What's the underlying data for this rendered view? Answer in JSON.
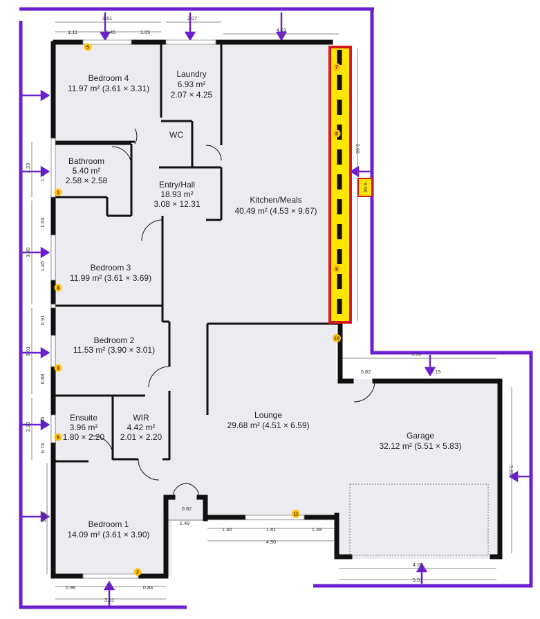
{
  "colors": {
    "floor": "#ececf0",
    "wall": "#111111",
    "boundary": "#6a1fd0",
    "highlight_fill": "#ffe600",
    "highlight_border": "#d61a1a",
    "marker": "#ffc107",
    "dim_line": "#666666"
  },
  "rooms": {
    "bedroom4": {
      "name": "Bedroom 4",
      "meta1": "11.97 m² (3.61 × 3.31)",
      "meta2": ""
    },
    "laundry": {
      "name": "Laundry",
      "meta1": "6.93 m²",
      "meta2": "2.07 × 4.25"
    },
    "wc": {
      "name": "WC",
      "meta1": "",
      "meta2": ""
    },
    "bathroom": {
      "name": "Bathroom",
      "meta1": "5.40 m²",
      "meta2": "2.58 × 2.58"
    },
    "entry": {
      "name": "Entry/Hall",
      "meta1": "18.93 m²",
      "meta2": "3.08 × 12.31"
    },
    "kitchen": {
      "name": "Kitchen/Meals",
      "meta1": "40.49 m² (4.53 × 9.67)",
      "meta2": ""
    },
    "bedroom3": {
      "name": "Bedroom 3",
      "meta1": "11.99 m² (3.61 × 3.69)",
      "meta2": ""
    },
    "bedroom2": {
      "name": "Bedroom 2",
      "meta1": "11.53 m² (3.90 × 3.01)",
      "meta2": ""
    },
    "ensuite": {
      "name": "Ensuite",
      "meta1": "3.96 m²",
      "meta2": "1.80 × 2.20"
    },
    "wir": {
      "name": "WIR",
      "meta1": "4.42 m²",
      "meta2": "2.01 × 2.20"
    },
    "lounge": {
      "name": "Lounge",
      "meta1": "29.68 m² (4.51 × 6.59)",
      "meta2": ""
    },
    "garage": {
      "name": "Garage",
      "meta1": "32.12 m² (5.51 × 5.83)",
      "meta2": ""
    },
    "bedroom1": {
      "name": "Bedroom 1",
      "meta1": "14.09 m² (3.61 × 3.90)",
      "meta2": ""
    }
  },
  "dims": {
    "top_total": "3.61",
    "top_left": "1.11",
    "top_mid": "1.45",
    "top_right": "1.05",
    "laundry_top": "2.07",
    "kitchen_top": "4.53",
    "kitchen_side": "9.66",
    "bath_side": "1.23",
    "bath_side_b": "1.18",
    "bed3_a": "1.63",
    "bed3_total": "3.69",
    "bed3_b": "1.45",
    "bed2_a": "0.91",
    "bed2_total": "3.01",
    "bed2_b": "0.88",
    "ensuite_a": "2.20",
    "ensuite_b": "1.35",
    "ensuite_c": "0.74",
    "bed1_side": "3.90",
    "garage_top": "5.51",
    "garage_door_a": "0.82",
    "garage_door_b": "1.19",
    "garage_side": "5.83",
    "garage_bottom": "4.26",
    "garage_bottom_total": "5.51",
    "entry_door": "0.82",
    "entry_w": "1.49",
    "lounge_a": "1.30",
    "lounge_b": "1.81",
    "lounge_c": "1.39",
    "lounge_total": "4.50",
    "bed1_a": "0.96",
    "bed1_b": "0.84",
    "bed1_total": "3.61"
  },
  "markers": [
    "1",
    "2",
    "3",
    "4",
    "5",
    "6",
    "7",
    "8",
    "9",
    "10",
    "11"
  ],
  "highlight": {
    "label": "9.66"
  }
}
